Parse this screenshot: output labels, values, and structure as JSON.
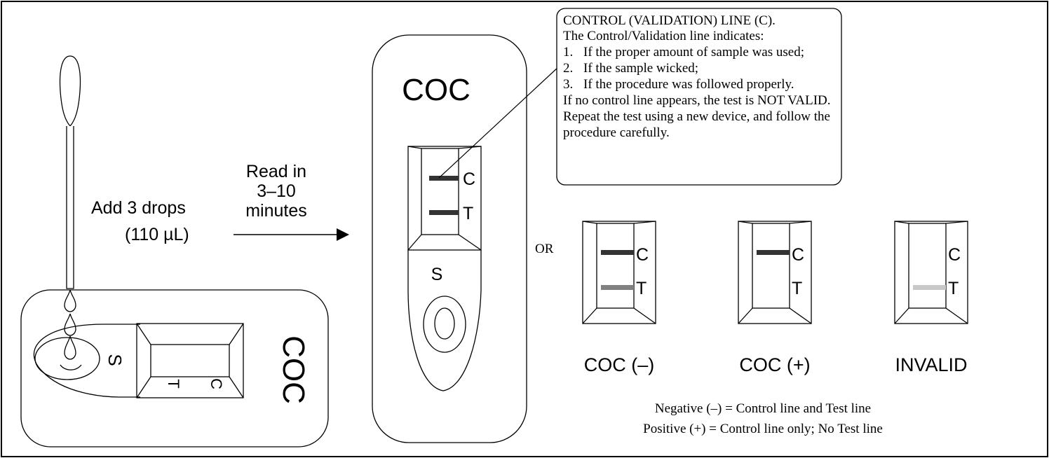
{
  "step1": {
    "label_line1": "Add 3 drops",
    "label_line2": "(110 µL)"
  },
  "step2": {
    "label_line1": "Read in",
    "label_line2": "3–10",
    "label_line3": "minutes"
  },
  "device_flat": {
    "drug_code": "COC",
    "sample_mark": "S",
    "control_mark": "C",
    "test_mark": "T"
  },
  "device_upright": {
    "drug_code": "COC",
    "sample_mark": "S",
    "control_mark": "C",
    "test_mark": "T"
  },
  "callout": {
    "title": "CONTROL (VALIDATION) LINE (C).",
    "intro": "The Control/Validation line indicates:",
    "items": [
      {
        "num": "1.",
        "text": "If the proper amount of sample was used;"
      },
      {
        "num": "2.",
        "text": "If the sample wicked;"
      },
      {
        "num": "3.",
        "text": "If the procedure was followed properly."
      }
    ],
    "warning": "If no control line appears, the test is NOT VALID.",
    "repeat_line1": "Repeat the test using a new device, and follow the",
    "repeat_line2": "procedure carefully."
  },
  "or_label": "OR",
  "results": [
    {
      "caption": "COC (–)",
      "control_mark": "C",
      "test_mark": "T",
      "control_line": "dark",
      "test_line": "medium"
    },
    {
      "caption": "COC (+)",
      "control_mark": "C",
      "test_mark": "T",
      "control_line": "dark",
      "test_line": "none"
    },
    {
      "caption": "INVALID",
      "control_mark": "C",
      "test_mark": "T",
      "control_line": "none",
      "test_line": "light"
    }
  ],
  "legend": {
    "negative": "Negative (–) = Control line and Test line",
    "positive": "Positive (+) = Control line only; No Test line"
  },
  "colors": {
    "line_dark": "#333333",
    "line_medium": "#808080",
    "line_light": "#c8c8c8"
  }
}
